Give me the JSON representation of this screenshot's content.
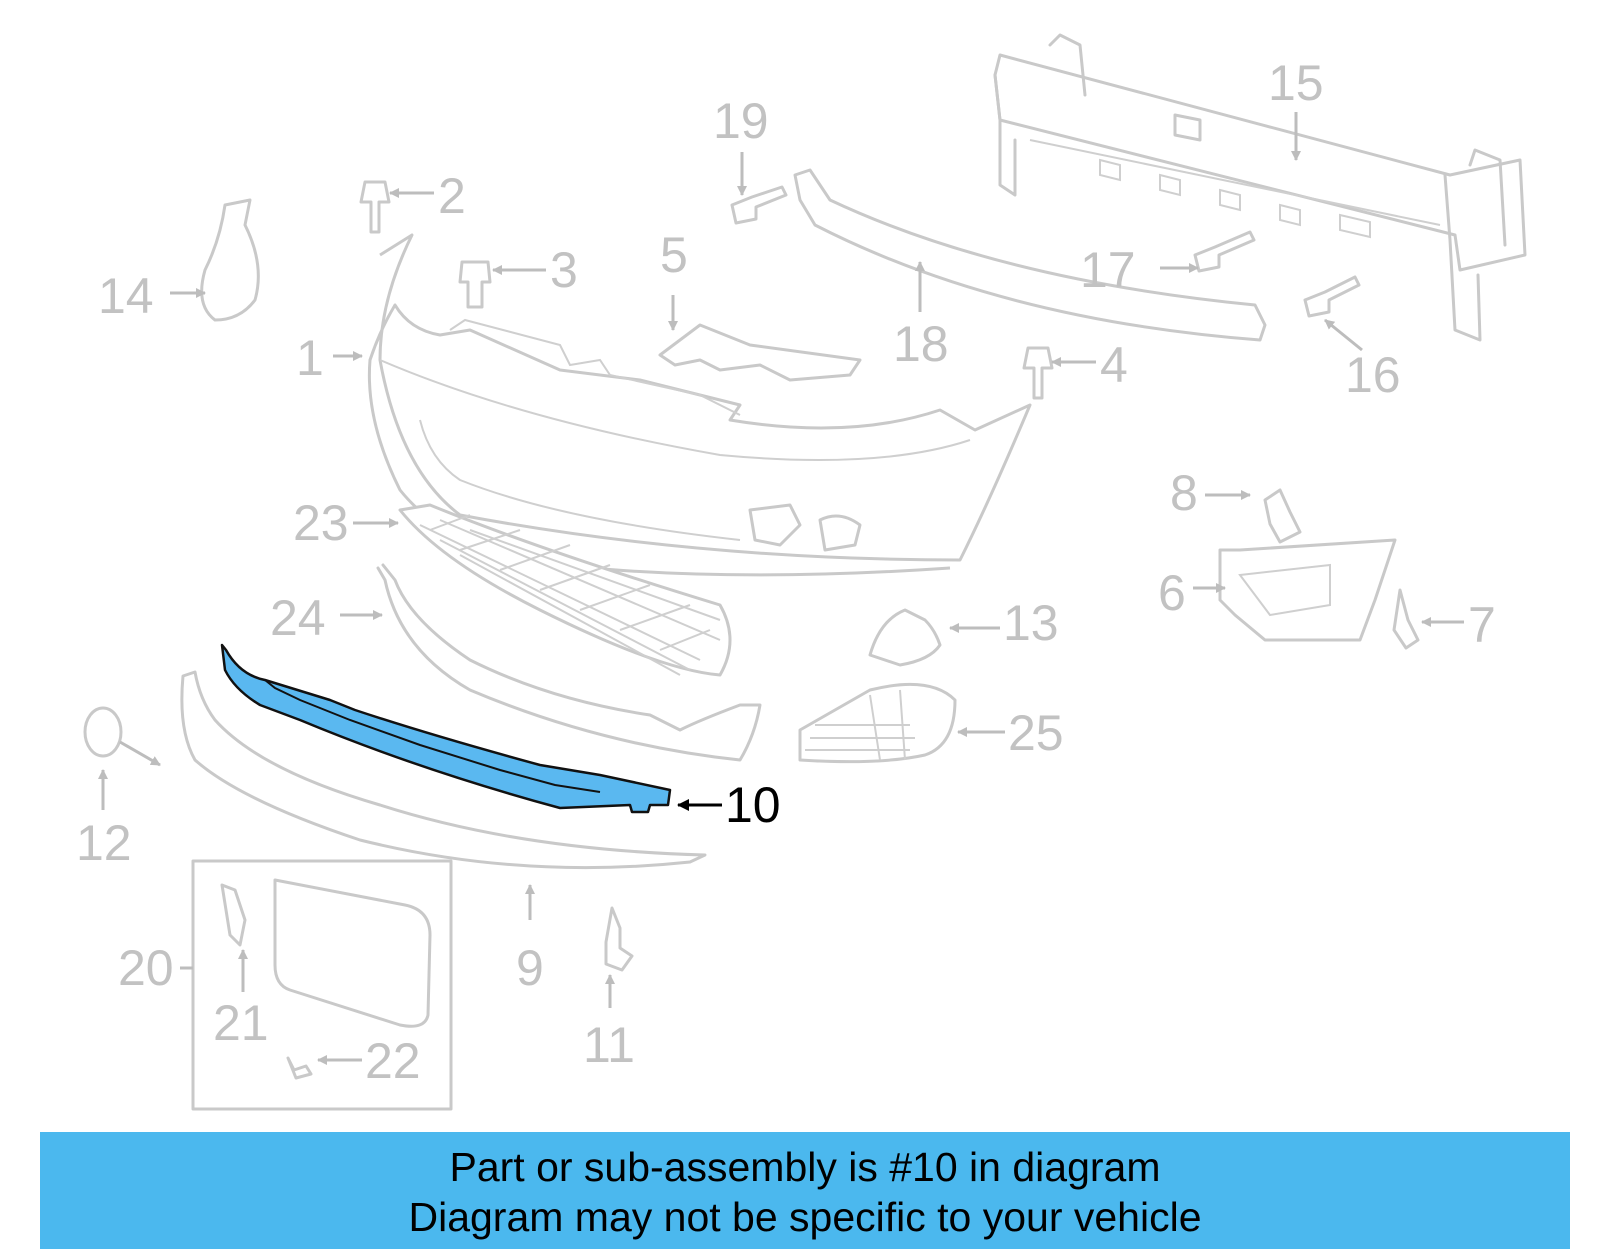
{
  "diagram": {
    "highlight_color": "#5ab8f0",
    "callouts": {
      "c1": "1",
      "c2": "2",
      "c3": "3",
      "c4": "4",
      "c5": "5",
      "c6": "6",
      "c7": "7",
      "c8": "8",
      "c9": "9",
      "c10": "10",
      "c11": "11",
      "c12": "12",
      "c13": "13",
      "c14": "14",
      "c15": "15",
      "c16": "16",
      "c17": "17",
      "c18": "18",
      "c19": "19",
      "c20": "20",
      "c21": "21",
      "c22": "22",
      "c23": "23",
      "c24": "24",
      "c25": "25"
    },
    "highlighted_part": "10"
  },
  "banner": {
    "line1": "Part or sub-assembly is #10 in diagram",
    "line2": "Diagram may not be specific to your vehicle",
    "color": "#4bb8ee"
  }
}
